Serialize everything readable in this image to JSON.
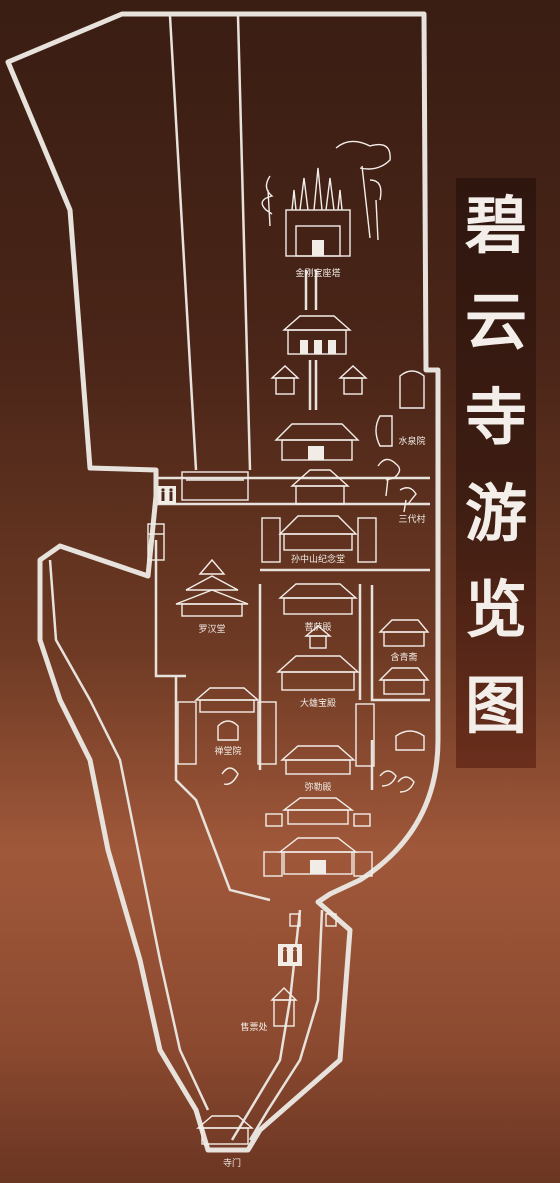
{
  "title": [
    "碧",
    "云",
    "寺",
    "游",
    "览",
    "图"
  ],
  "labels": {
    "vajra_pagoda": "金刚宝座塔",
    "water_spring": "水泉院",
    "sandai_tree": "三代村",
    "sun_yatsen_hall": "孙中山纪念堂",
    "arhat_hall": "罗汉堂",
    "bodhisattva_hall": "菩萨殿",
    "hanging_hall": "含青斋",
    "mahavira_hall": "大雄宝殿",
    "meditation_court": "禅堂院",
    "maitreya_hall": "弥勒殿",
    "ticket_office": "售票处",
    "gate": "寺门"
  },
  "icons": [
    "toilet-icon",
    "toilet-icon"
  ],
  "colors": {
    "lines": "#e8e2dc",
    "background_top": "#3a1d13",
    "background_mid": "#a0583a"
  }
}
